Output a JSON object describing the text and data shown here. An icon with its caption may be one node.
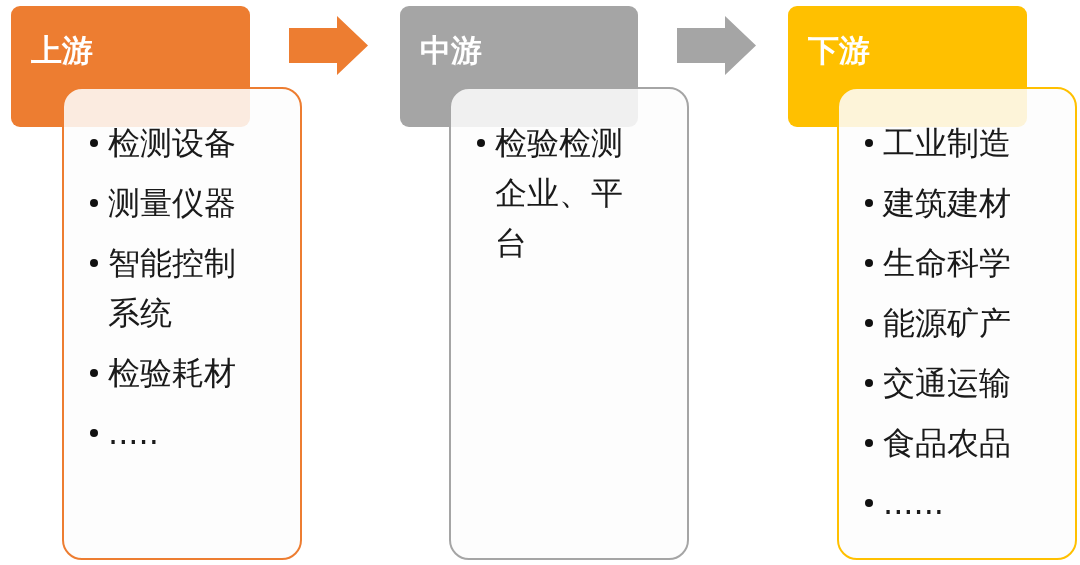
{
  "diagram": {
    "nodes": [
      {
        "text": [
          "上游"
        ]
      },
      {
        "text": [
          "检测设备",
          "测量仪器",
          "智能控制系统",
          "检验耗材",
          "....."
        ]
      },
      {
        "text": [
          "中游"
        ]
      },
      {
        "text": [
          "检验检测企业、平台"
        ]
      },
      {
        "text": [
          "下游"
        ]
      },
      {
        "text": [
          "工业制造",
          "建筑建材",
          "生命科学",
          "能源矿产",
          "交通运输",
          "食品农品",
          "......"
        ]
      }
    ],
    "edges": [
      {
        "from": 0,
        "to": 2,
        "arrow": "to",
        "color": "#ed7d31"
      },
      {
        "from": 2,
        "to": 4,
        "arrow": "to",
        "color": "#a5a5a5"
      }
    ]
  }
}
